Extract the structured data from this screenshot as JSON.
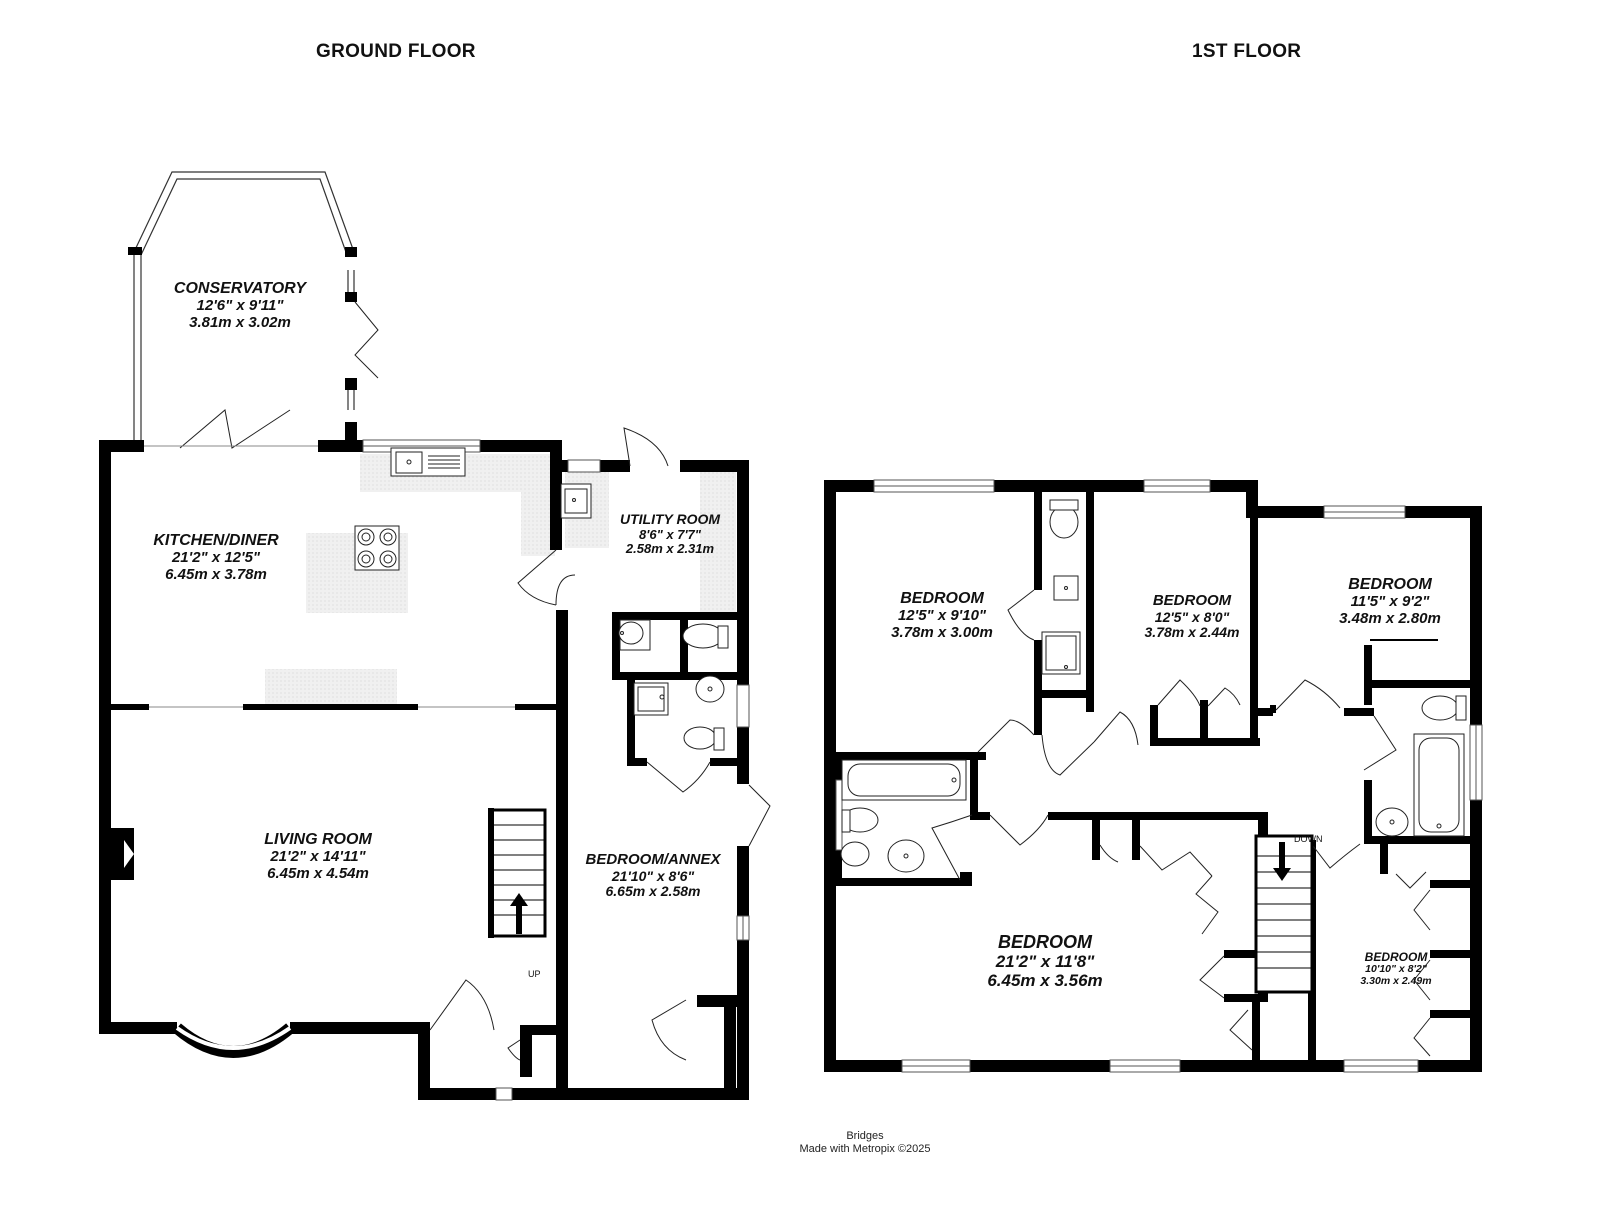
{
  "floors": {
    "ground": {
      "title": "GROUND FLOOR",
      "rooms": {
        "conservatory": {
          "name": "CONSERVATORY",
          "imperial": "12'6\" x 9'11\"",
          "metric": "3.81m x 3.02m"
        },
        "kitchen": {
          "name": "KITCHEN/DINER",
          "imperial": "21'2\" x 12'5\"",
          "metric": "6.45m x 3.78m"
        },
        "utility": {
          "name": "UTILITY ROOM",
          "imperial": "8'6\" x 7'7\"",
          "metric": "2.58m x 2.31m"
        },
        "living": {
          "name": "LIVING ROOM",
          "imperial": "21'2\" x 14'11\"",
          "metric": "6.45m x 4.54m"
        },
        "annex": {
          "name": "BEDROOM/ANNEX",
          "imperial": "21'10\" x 8'6\"",
          "metric": "6.65m x 2.58m"
        }
      },
      "stairs_label": "UP"
    },
    "first": {
      "title": "1ST FLOOR",
      "rooms": {
        "bedroom1": {
          "name": "BEDROOM",
          "imperial": "12'5\" x 9'10\"",
          "metric": "3.78m x 3.00m"
        },
        "bedroom2": {
          "name": "BEDROOM",
          "imperial": "12'5\" x 8'0\"",
          "metric": "3.78m x 2.44m"
        },
        "bedroom3": {
          "name": "BEDROOM",
          "imperial": "11'5\" x 9'2\"",
          "metric": "3.48m x 2.80m"
        },
        "bedroom4": {
          "name": "BEDROOM",
          "imperial": "21'2\" x 11'8\"",
          "metric": "6.45m x 3.56m"
        },
        "bedroom5": {
          "name": "BEDROOM",
          "imperial": "10'10\" x 8'2\"",
          "metric": "3.30m x 2.49m"
        }
      },
      "stairs_label": "DOWN"
    }
  },
  "footer": {
    "agent": "Bridges",
    "credit": "Made with Metropix ©2025"
  },
  "colors": {
    "wall": "#000000",
    "fixture": "#555555",
    "worktop": "#e9e9e9"
  }
}
